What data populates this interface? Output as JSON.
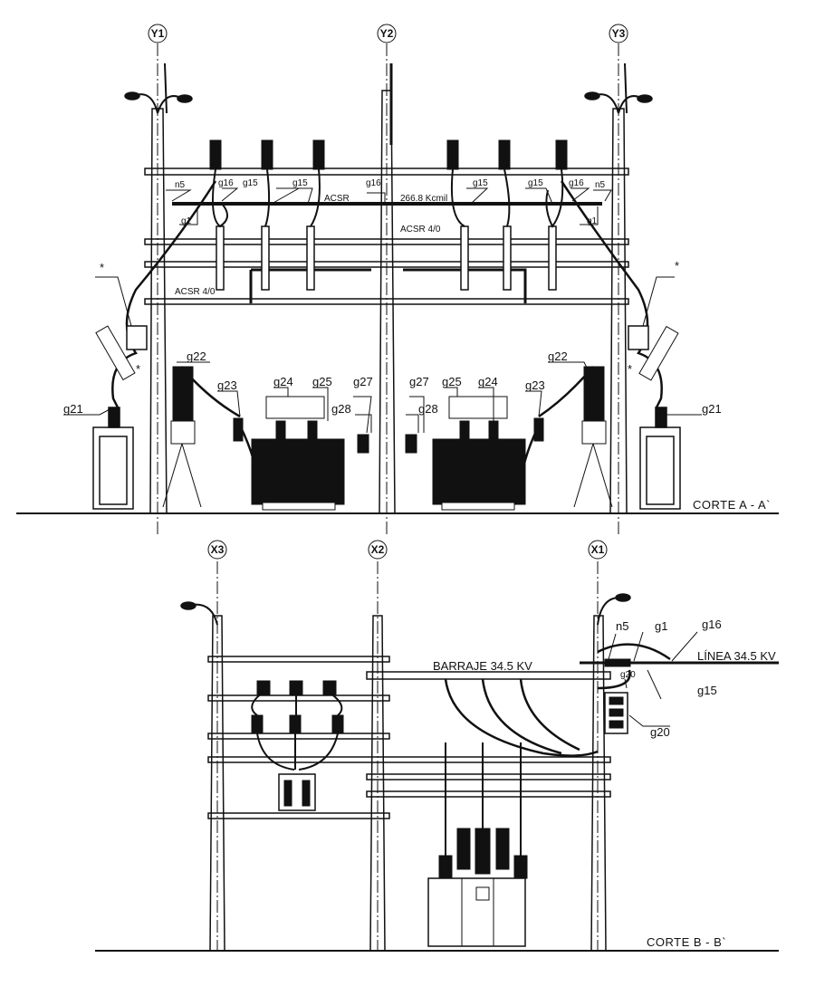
{
  "drawing": {
    "axes_top": [
      "Y1",
      "Y2",
      "Y3"
    ],
    "axes_bottom": [
      "X3",
      "X2",
      "X1"
    ],
    "section_a_title": "CORTE  A - A`",
    "section_b_title": "CORTE  B - B`",
    "top_labels": {
      "n5_left": "n5",
      "g16_left": "g16",
      "g15_a": "g15",
      "g15_b": "g15",
      "g16_center": "g16",
      "acsr": "ACSR",
      "kcmil": "266.8 Kcmil",
      "g15_c": "g15",
      "g15_d": "g15",
      "g16_right": "g16",
      "n5_right": "n5",
      "g1_left": "g1",
      "g1_right": "g1",
      "acsr40_center": "ACSR  4/0",
      "acsr40_left": "ACSR  4/0",
      "star": "*",
      "g22_left": "g22",
      "g21_left": "g21",
      "g23_left": "g23",
      "g24_left": "g24",
      "g25_left": "g25",
      "g27_left": "g27",
      "g28_left": "g28",
      "g27_right": "g27",
      "g28_right": "g28",
      "g25_right": "g25",
      "g24_right": "g24",
      "g23_right": "g23",
      "g22_right": "g22",
      "g21_right": "g21"
    },
    "bottom_labels": {
      "barraje": "BARRAJE  34.5 KV",
      "linea": "LÍNEA  34.5 KV",
      "n5": "n5",
      "g1": "g1",
      "g16": "g16",
      "g20_a": "g20",
      "g15": "g15",
      "g20_b": "g20"
    }
  }
}
